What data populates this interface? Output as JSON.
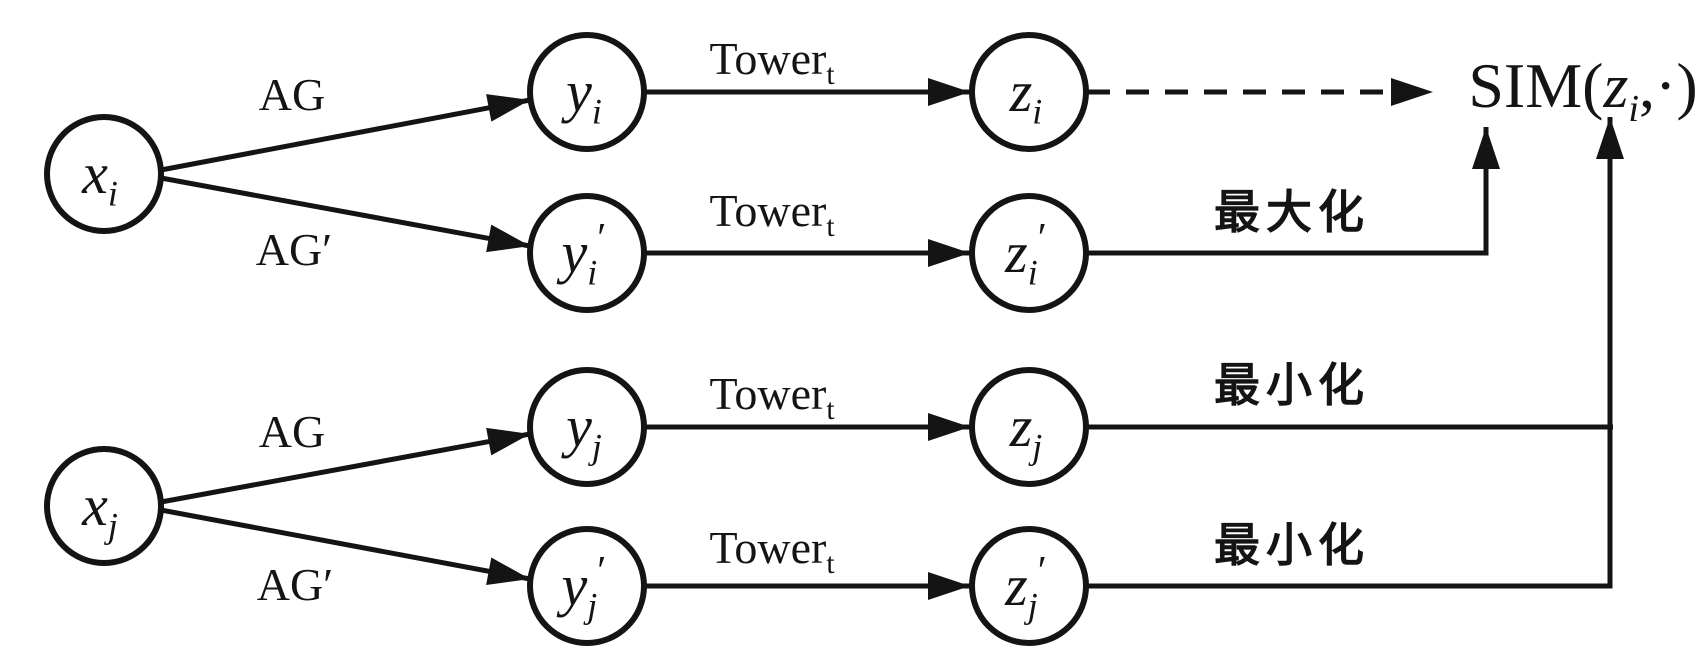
{
  "figure": {
    "colors": {
      "background": "#ffffff",
      "ink": "#141414"
    },
    "nodes": {
      "x_i": {
        "base": "x",
        "sub": "i",
        "prime": ""
      },
      "y_i": {
        "base": "y",
        "sub": "i",
        "prime": ""
      },
      "z_i": {
        "base": "z",
        "sub": "i",
        "prime": ""
      },
      "y_ip": {
        "base": "y",
        "sub": "i",
        "prime": "′"
      },
      "z_ip": {
        "base": "z",
        "sub": "i",
        "prime": "′"
      },
      "x_j": {
        "base": "x",
        "sub": "j",
        "prime": ""
      },
      "y_j": {
        "base": "y",
        "sub": "j",
        "prime": ""
      },
      "z_j": {
        "base": "z",
        "sub": "j",
        "prime": ""
      },
      "y_jp": {
        "base": "y",
        "sub": "j",
        "prime": "′"
      },
      "z_jp": {
        "base": "z",
        "sub": "j",
        "prime": "′"
      }
    },
    "edge_labels": {
      "ag_i": "AG",
      "ag_i_prime": "AG′",
      "ag_j": "AG",
      "ag_j_prime": "AG′",
      "tower": {
        "base": "Tower",
        "sub": "t"
      }
    },
    "objective_labels": {
      "maximize": "最大化",
      "minimize_1": "最小化",
      "minimize_2": "最小化"
    },
    "sim": {
      "pre": "SIM(",
      "arg_base": "z",
      "arg_sub": "i",
      "post": ",·)"
    }
  }
}
